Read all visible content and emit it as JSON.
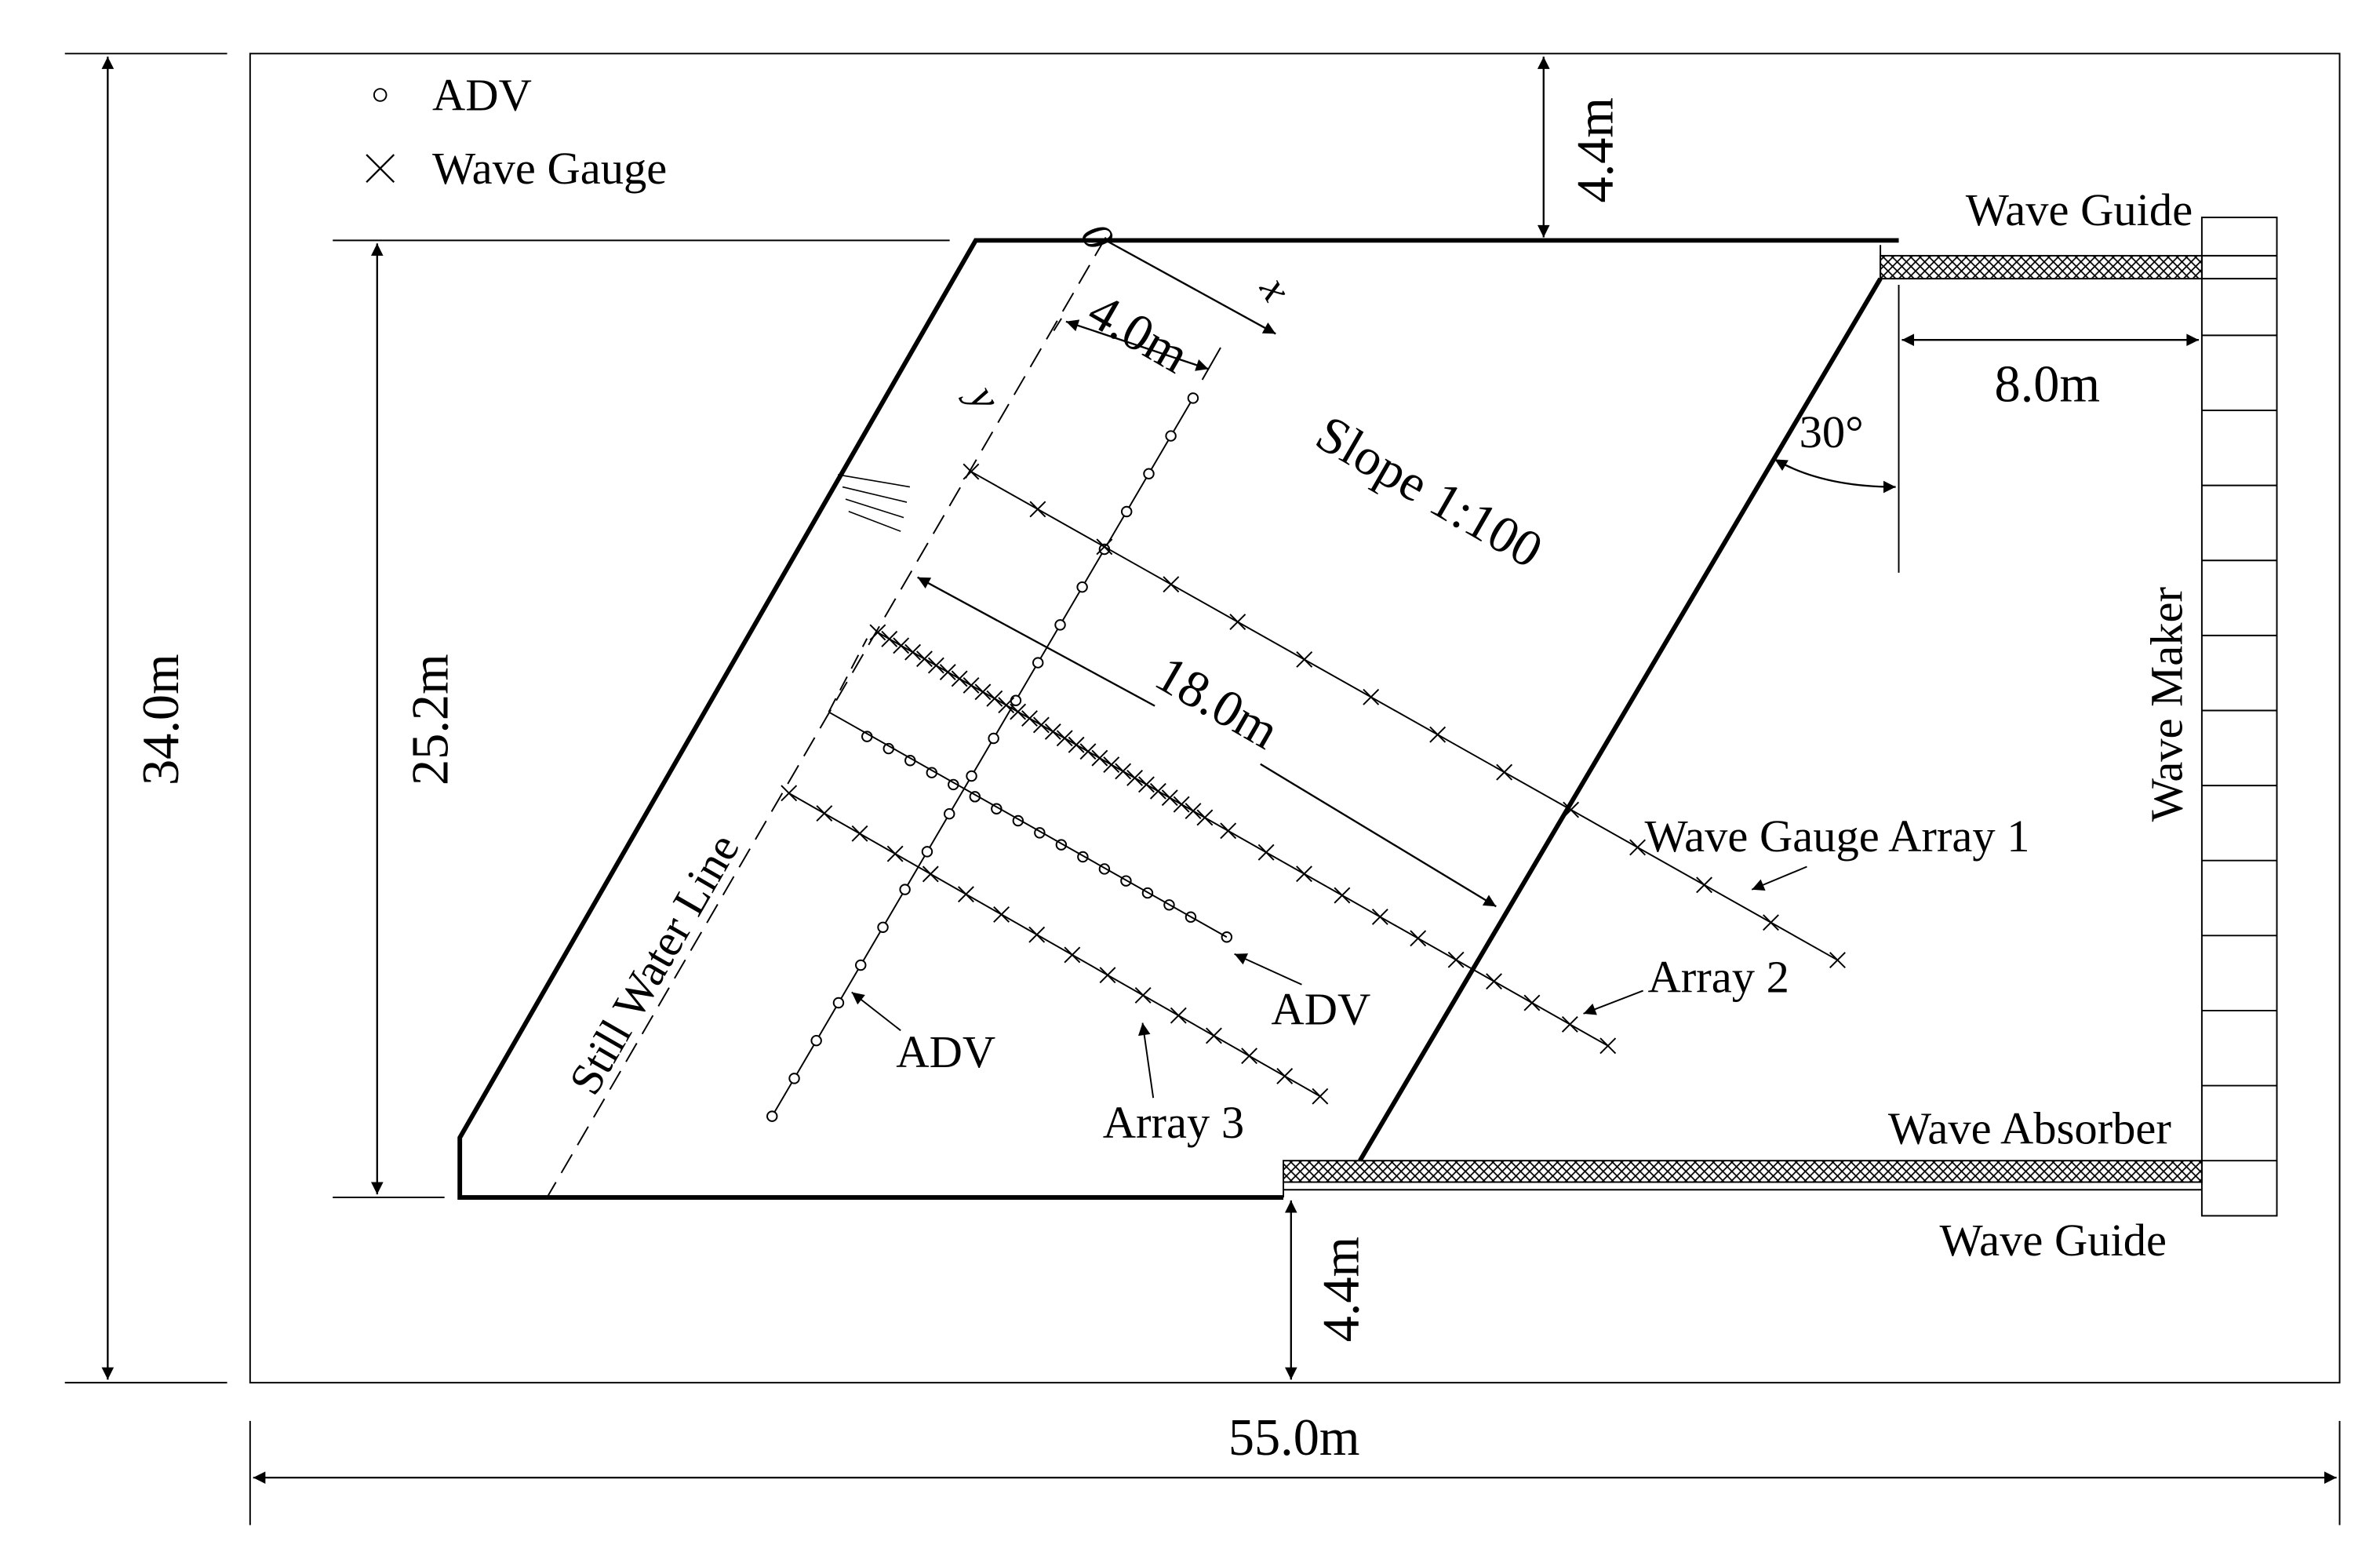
{
  "legend": {
    "adv": "ADV",
    "wave_gauge": "Wave Gauge"
  },
  "labels": {
    "wave_guide_top": "Wave Guide",
    "wave_guide_bottom": "Wave Guide",
    "wave_absorber": "Wave Absorber",
    "wave_maker": "Wave Maker",
    "slope": "Slope 1:100",
    "still_water_line": "Still Water Line",
    "wave_gauge_array_1": "Wave Gauge Array 1",
    "array_2": "Array 2",
    "array_3": "Array 3",
    "adv_upper": "ADV",
    "adv_lower": "ADV",
    "origin": "0",
    "x_axis": "x",
    "y_axis": "y",
    "angle": "30°"
  },
  "dimensions": {
    "width_total": "55.0m",
    "height_total": "34.0m",
    "basin_height": "25.2m",
    "top_gap": "4.4m",
    "bottom_gap": "4.4m",
    "guide_offset": "8.0m",
    "adv_spacing": "4.0m",
    "array_spacing": "18.0m"
  }
}
